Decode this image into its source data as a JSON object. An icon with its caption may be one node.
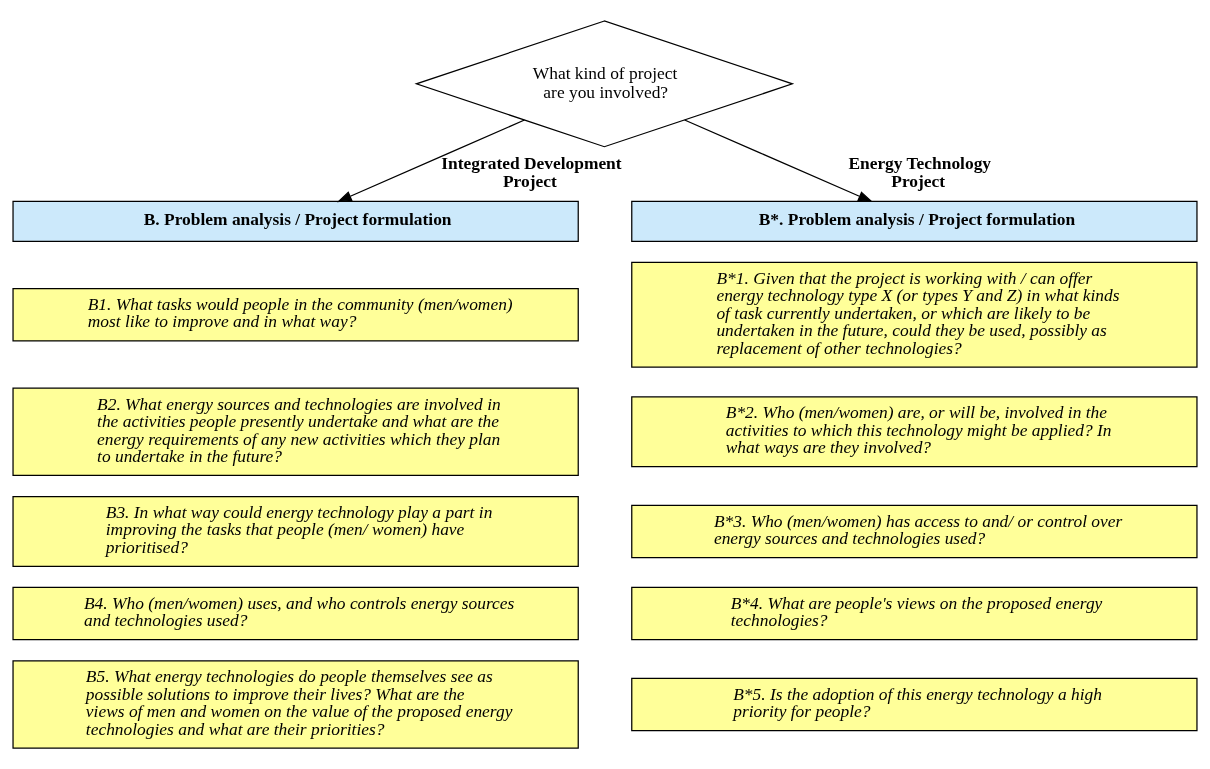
{
  "diagram": {
    "nodes": [
      {
        "text": [
          "What kind of project are you involved?"
        ]
      },
      {
        "text": [
          "B. Problem analysis / Project formulation"
        ]
      },
      {
        "text": [
          "B1. What tasks would people in the community (men/women) most like to improve and in what way?"
        ]
      },
      {
        "text": [
          "B2. What energy sources and technologies are involved in the activities people presently undertake and what are the energy requirements of any new activities which they plan to undertake in the future?"
        ]
      },
      {
        "text": [
          "B3. In what way could energy technology play a part in improving the tasks that people (men/ women) have prioritised?"
        ]
      },
      {
        "text": [
          "B4. Who (men/women) uses, and who controls energy sources and technologies used?"
        ]
      },
      {
        "text": [
          "B5. What energy technologies do people themselves see as possible solutions to improve their lives? What are the views of men and women on the value of the proposed energy technologies and what are their priorities?"
        ]
      },
      {
        "text": [
          "B*. Problem analysis / Project formulation"
        ]
      },
      {
        "text": [
          "B*1. Given that the project is working with / can offer energy technology type X (or types Y and Z) in what kinds of task currently undertaken, or which are likely to be undertaken in the future, could they be used, possibly as replacement of other technologies?"
        ]
      },
      {
        "text": [
          "B*2. Who (men/women) are, or will be, involved in the activities to which this technology might be applied? In what ways are they involved?"
        ]
      },
      {
        "text": [
          "B*3. Who (men/women) has access to and/ or control over energy sources and technologies used?"
        ]
      },
      {
        "text": [
          "B*4. What are people's views on the proposed energy technologies?"
        ]
      },
      {
        "text": [
          "B*5. Is the adoption of this energy technology a high priority for people?"
        ]
      }
    ],
    "edges": [
      {
        "from": 0,
        "to": 1,
        "arrow": "to",
        "label": "Integrated Development Project"
      },
      {
        "from": 0,
        "to": 7,
        "arrow": "to",
        "label": "Energy Technology Project"
      }
    ]
  }
}
